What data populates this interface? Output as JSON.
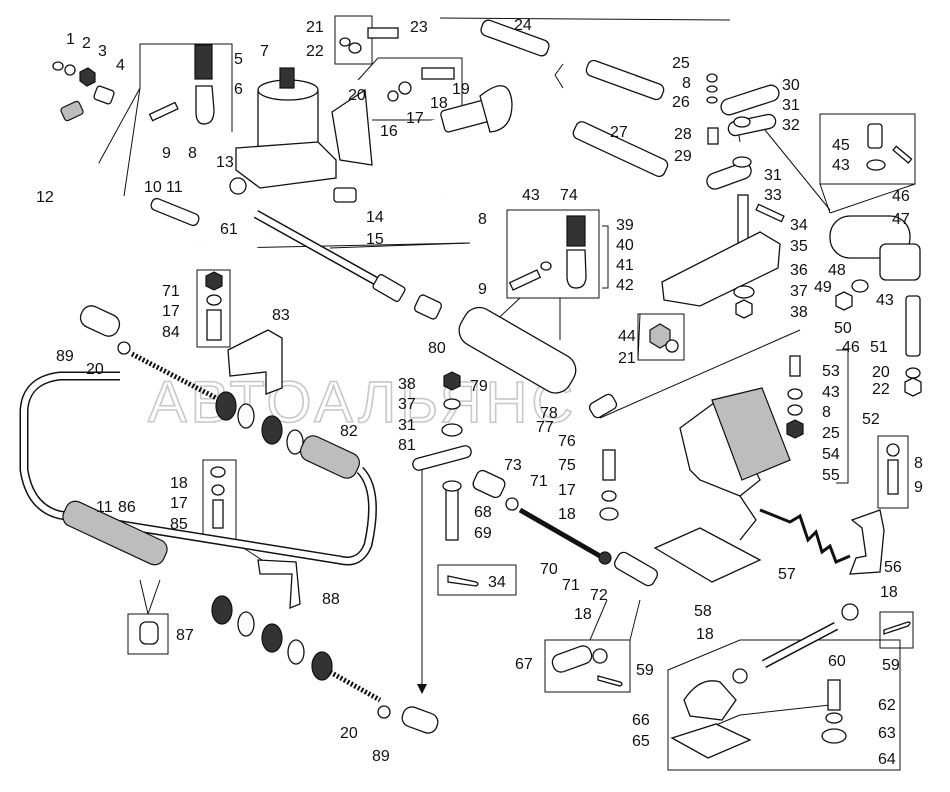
{
  "watermark": "АВТОАЛЬЯНС",
  "callouts": [
    {
      "id": "c1",
      "text": "1"
    },
    {
      "id": "c2",
      "text": "2"
    },
    {
      "id": "c3",
      "text": "3"
    },
    {
      "id": "c4",
      "text": "4"
    },
    {
      "id": "c5",
      "text": "5"
    },
    {
      "id": "c6",
      "text": "6"
    },
    {
      "id": "c7",
      "text": "7"
    },
    {
      "id": "c8a",
      "text": "8"
    },
    {
      "id": "c9a",
      "text": "9"
    },
    {
      "id": "c10",
      "text": "10"
    },
    {
      "id": "c11a",
      "text": "11"
    },
    {
      "id": "c12",
      "text": "12"
    },
    {
      "id": "c13",
      "text": "13"
    },
    {
      "id": "c14",
      "text": "14"
    },
    {
      "id": "c15",
      "text": "15"
    },
    {
      "id": "c16",
      "text": "16"
    },
    {
      "id": "c17a",
      "text": "17"
    },
    {
      "id": "c18a",
      "text": "18"
    },
    {
      "id": "c19",
      "text": "19"
    },
    {
      "id": "c20a",
      "text": "20"
    },
    {
      "id": "c21a",
      "text": "21"
    },
    {
      "id": "c22a",
      "text": "22"
    },
    {
      "id": "c23",
      "text": "23"
    },
    {
      "id": "c24",
      "text": "24"
    },
    {
      "id": "c25a",
      "text": "25"
    },
    {
      "id": "c8b",
      "text": "8"
    },
    {
      "id": "c26",
      "text": "26"
    },
    {
      "id": "c30",
      "text": "30"
    },
    {
      "id": "c31a",
      "text": "31"
    },
    {
      "id": "c32",
      "text": "32"
    },
    {
      "id": "c27",
      "text": "27"
    },
    {
      "id": "c28",
      "text": "28"
    },
    {
      "id": "c29",
      "text": "29"
    },
    {
      "id": "c31b",
      "text": "31"
    },
    {
      "id": "c33",
      "text": "33"
    },
    {
      "id": "c45",
      "text": "45"
    },
    {
      "id": "c43a",
      "text": "43"
    },
    {
      "id": "c46a",
      "text": "46"
    },
    {
      "id": "c47",
      "text": "47"
    },
    {
      "id": "c34a",
      "text": "34"
    },
    {
      "id": "c35",
      "text": "35"
    },
    {
      "id": "c36",
      "text": "36"
    },
    {
      "id": "c37a",
      "text": "37"
    },
    {
      "id": "c38a",
      "text": "38"
    },
    {
      "id": "c48",
      "text": "48"
    },
    {
      "id": "c49",
      "text": "49"
    },
    {
      "id": "c43b",
      "text": "43"
    },
    {
      "id": "c50",
      "text": "50"
    },
    {
      "id": "c46b",
      "text": "46"
    },
    {
      "id": "c51",
      "text": "51"
    },
    {
      "id": "c20b",
      "text": "20"
    },
    {
      "id": "c22b",
      "text": "22"
    },
    {
      "id": "c8c",
      "text": "8"
    },
    {
      "id": "c43c",
      "text": "43"
    },
    {
      "id": "c74",
      "text": "74"
    },
    {
      "id": "c39",
      "text": "39"
    },
    {
      "id": "c40",
      "text": "40"
    },
    {
      "id": "c41",
      "text": "41"
    },
    {
      "id": "c42",
      "text": "42"
    },
    {
      "id": "c9b",
      "text": "9"
    },
    {
      "id": "c61",
      "text": "61"
    },
    {
      "id": "c71a",
      "text": "71"
    },
    {
      "id": "c17b",
      "text": "17"
    },
    {
      "id": "c84",
      "text": "84"
    },
    {
      "id": "c83",
      "text": "83"
    },
    {
      "id": "c89a",
      "text": "89"
    },
    {
      "id": "c20c",
      "text": "20"
    },
    {
      "id": "c80",
      "text": "80"
    },
    {
      "id": "c44",
      "text": "44"
    },
    {
      "id": "c21b",
      "text": "21"
    },
    {
      "id": "c53",
      "text": "53"
    },
    {
      "id": "c43d",
      "text": "43"
    },
    {
      "id": "c8d",
      "text": "8"
    },
    {
      "id": "c25b",
      "text": "25"
    },
    {
      "id": "c52",
      "text": "52"
    },
    {
      "id": "c38b",
      "text": "38"
    },
    {
      "id": "c37b",
      "text": "37"
    },
    {
      "id": "c31c",
      "text": "31"
    },
    {
      "id": "c81",
      "text": "81"
    },
    {
      "id": "c79",
      "text": "79"
    },
    {
      "id": "c78",
      "text": "78"
    },
    {
      "id": "c77",
      "text": "77"
    },
    {
      "id": "c76",
      "text": "76"
    },
    {
      "id": "c82",
      "text": "82"
    },
    {
      "id": "c54",
      "text": "54"
    },
    {
      "id": "c55",
      "text": "55"
    },
    {
      "id": "c8e",
      "text": "8"
    },
    {
      "id": "c9c",
      "text": "9"
    },
    {
      "id": "c75",
      "text": "75"
    },
    {
      "id": "c17c",
      "text": "17"
    },
    {
      "id": "c18b",
      "text": "18"
    },
    {
      "id": "c73",
      "text": "73"
    },
    {
      "id": "c71b",
      "text": "71"
    },
    {
      "id": "c68",
      "text": "68"
    },
    {
      "id": "c69",
      "text": "69"
    },
    {
      "id": "c18c",
      "text": "18"
    },
    {
      "id": "c17d",
      "text": "17"
    },
    {
      "id": "c85",
      "text": "85"
    },
    {
      "id": "c11b",
      "text": "11"
    },
    {
      "id": "c86",
      "text": "86"
    },
    {
      "id": "c70",
      "text": "70"
    },
    {
      "id": "c71c",
      "text": "71"
    },
    {
      "id": "c72",
      "text": "72"
    },
    {
      "id": "c34b",
      "text": "34"
    },
    {
      "id": "c88",
      "text": "88"
    },
    {
      "id": "c57",
      "text": "57"
    },
    {
      "id": "c56",
      "text": "56"
    },
    {
      "id": "c58",
      "text": "58"
    },
    {
      "id": "c18d",
      "text": "18"
    },
    {
      "id": "c87",
      "text": "87"
    },
    {
      "id": "c18e",
      "text": "18"
    },
    {
      "id": "c67",
      "text": "67"
    },
    {
      "id": "c59a",
      "text": "59"
    },
    {
      "id": "c18f",
      "text": "18"
    },
    {
      "id": "c60",
      "text": "60"
    },
    {
      "id": "c59b",
      "text": "59"
    },
    {
      "id": "c62",
      "text": "62"
    },
    {
      "id": "c66",
      "text": "66"
    },
    {
      "id": "c63",
      "text": "63"
    },
    {
      "id": "c65",
      "text": "65"
    },
    {
      "id": "c64",
      "text": "64"
    },
    {
      "id": "c20d",
      "text": "20"
    },
    {
      "id": "c89b",
      "text": "89"
    }
  ]
}
